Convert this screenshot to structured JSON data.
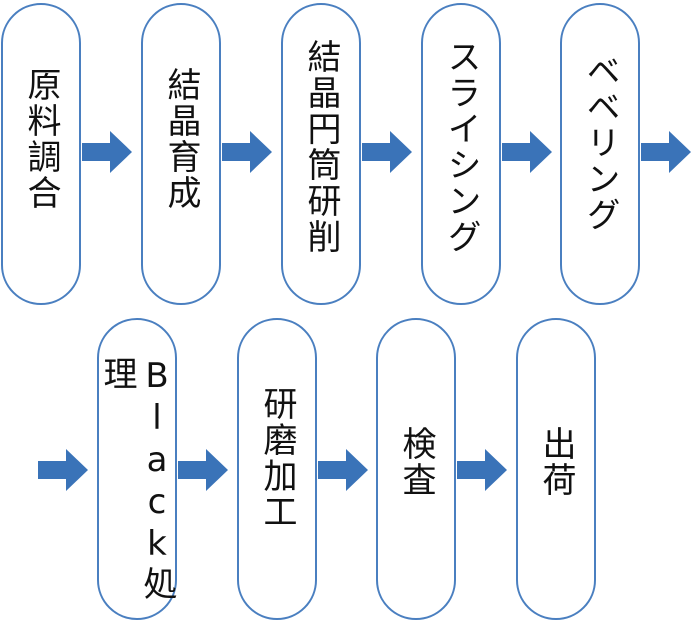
{
  "colors": {
    "border": "#4a7fc0",
    "arrow": "#3a73b8",
    "text": "#111111"
  },
  "flow": {
    "row1": [
      "原料調合",
      "結晶育成",
      "結晶円筒研削",
      "スライシング",
      "ベベリング"
    ],
    "row2": [
      "Black処理",
      "研磨加工",
      "検査",
      "出荷"
    ]
  }
}
